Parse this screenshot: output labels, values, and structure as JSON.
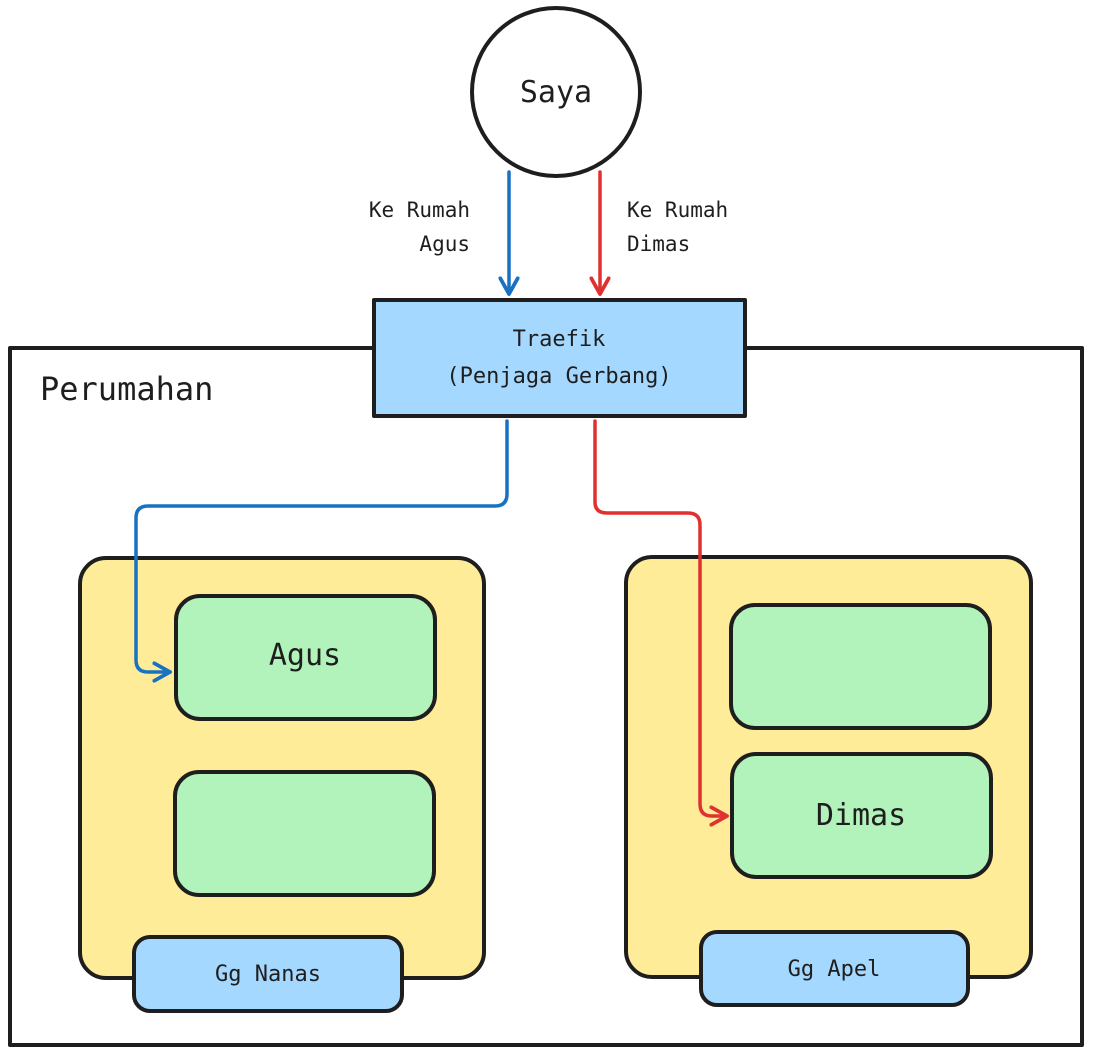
{
  "colors": {
    "blue_route": "#1971c2",
    "red_route": "#e03131",
    "gateway_fill": "#a5d8ff",
    "lane_fill": "#ffec99",
    "house_fill": "#b2f2bb",
    "stroke": "#1e1e1e",
    "background": "#ffffff"
  },
  "user_node": {
    "label": "Saya",
    "shape": "circle"
  },
  "route_labels": {
    "agus": {
      "line1": "Ke Rumah",
      "line2": "Agus",
      "color": "blue"
    },
    "dimas": {
      "line1": "Ke Rumah",
      "line2": "Dimas",
      "color": "red"
    }
  },
  "gateway": {
    "line1": "Traefik",
    "line2": "(Penjaga Gerbang)"
  },
  "complex": {
    "label": "Perumahan"
  },
  "lanes": [
    {
      "name": "Gg Nanas",
      "houses": [
        {
          "label": "Agus"
        },
        {
          "label": ""
        }
      ]
    },
    {
      "name": "Gg Apel",
      "houses": [
        {
          "label": ""
        },
        {
          "label": "Dimas"
        }
      ]
    }
  ],
  "edges": [
    {
      "from": "Saya",
      "to": "Traefik",
      "label": "Ke Rumah Agus",
      "color": "blue"
    },
    {
      "from": "Saya",
      "to": "Traefik",
      "label": "Ke Rumah Dimas",
      "color": "red"
    },
    {
      "from": "Traefik",
      "to": "Agus",
      "color": "blue"
    },
    {
      "from": "Traefik",
      "to": "Dimas",
      "color": "red"
    }
  ]
}
